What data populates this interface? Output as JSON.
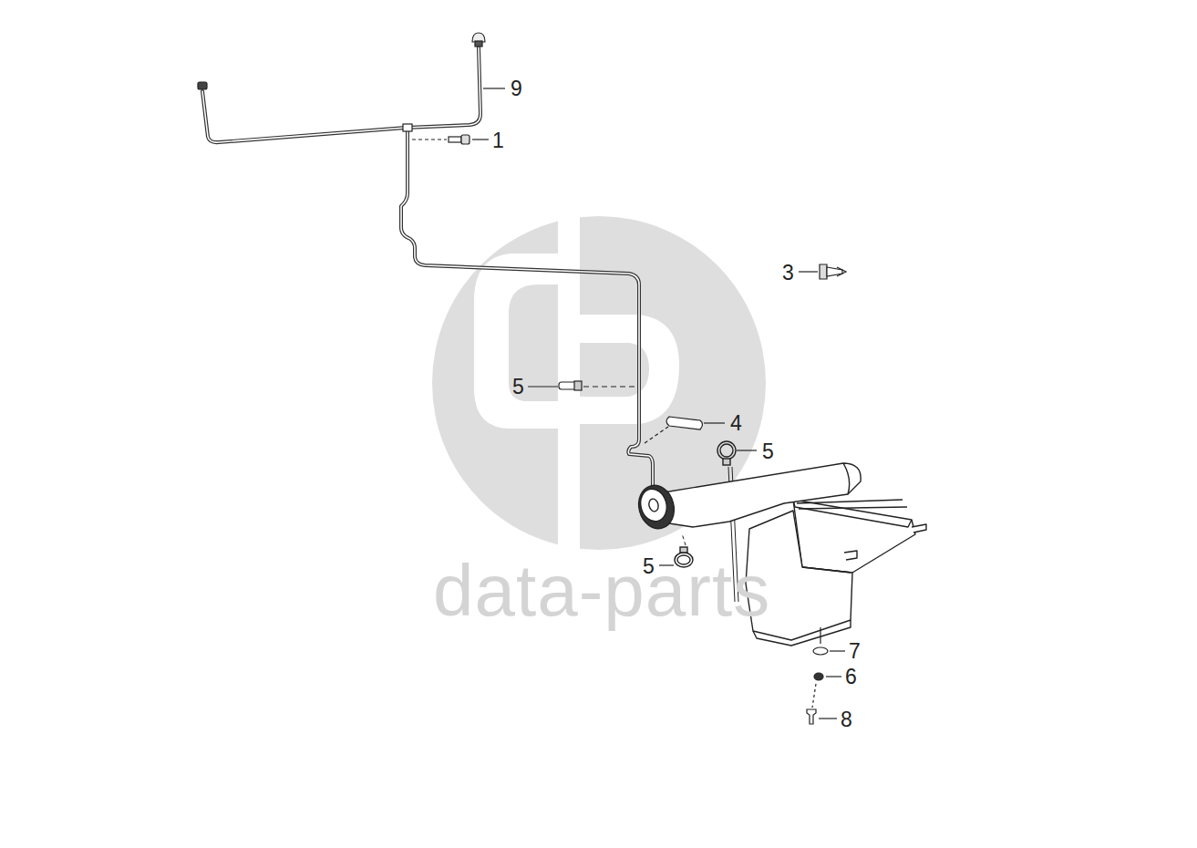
{
  "diagram": {
    "labels": [
      "9",
      "1",
      "3",
      "5",
      "4",
      "5",
      "5",
      "7",
      "6",
      "8",
      "data-parts"
    ]
  }
}
